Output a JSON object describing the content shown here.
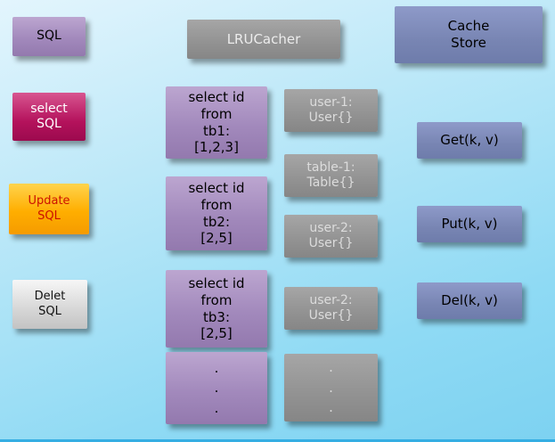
{
  "left_column": {
    "sql": "SQL",
    "select_sql": "select\nSQL",
    "update_sql": "Update\nSQL",
    "delete_sql": "Delet\nSQL"
  },
  "cache_column": {
    "header": "LRUCacher",
    "queries": [
      "select id\nfrom\ntb1:\n[1,2,3]",
      "select id\nfrom\ntb2:\n[2,5]",
      "select id\nfrom\ntb3:\n[2,5]",
      ".\n.\n."
    ]
  },
  "object_column": {
    "items": [
      "user-1:\nUser{}",
      "table-1:\nTable{}",
      "user-2:\nUser{}",
      "user-2:\nUser{}",
      ".\n.\n."
    ]
  },
  "store_column": {
    "header": "Cache\nStore",
    "ops": [
      "Get(k, v)",
      "Put(k, v)",
      "Del(k, v)"
    ]
  },
  "colors": {
    "background_top": "#e3f5fd",
    "background_bottom": "#7dd2f1",
    "purple_box": "#a289bc",
    "crimson_box": "#b4125c",
    "orange_box": "#ffae00",
    "silver_box": "#d9d9d9",
    "gray_box": "#929292",
    "slate_box": "#7885b3",
    "update_sql_text": "#cc1100"
  }
}
